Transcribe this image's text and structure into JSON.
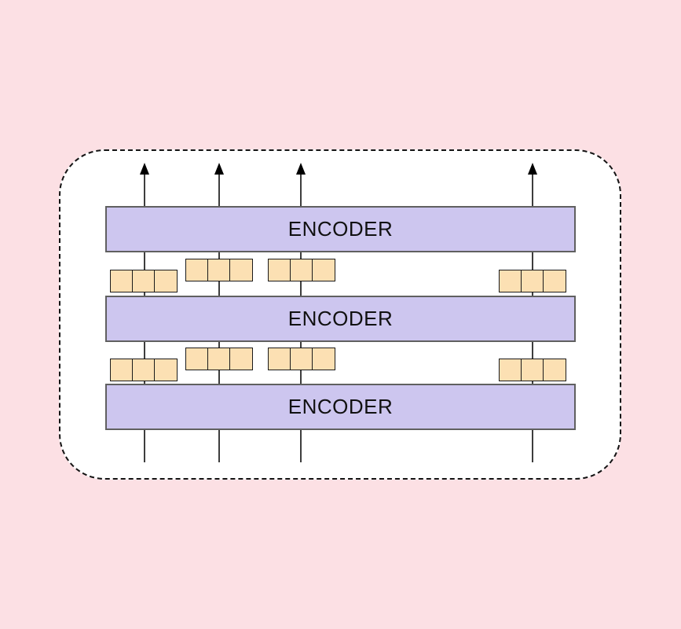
{
  "diagram": {
    "type": "stacked-encoder-architecture",
    "encoder_layers": [
      {
        "label": "ENCODER"
      },
      {
        "label": "ENCODER"
      },
      {
        "label": "ENCODER"
      }
    ],
    "input_streams": 4,
    "tokens_per_vector": 3,
    "vector_rows_between_layers": 2
  },
  "colors": {
    "background": "#FCE0E4",
    "panel_fill": "#FFFFFF",
    "panel_border": "#141414",
    "encoder_fill": "#CDC6EF",
    "encoder_border": "#606060",
    "encoder_text": "#111111",
    "token_fill": "#FCE0B3",
    "token_border": "#1A1A1A",
    "stream_line": "#3D3D3D",
    "arrow": "#000000"
  }
}
